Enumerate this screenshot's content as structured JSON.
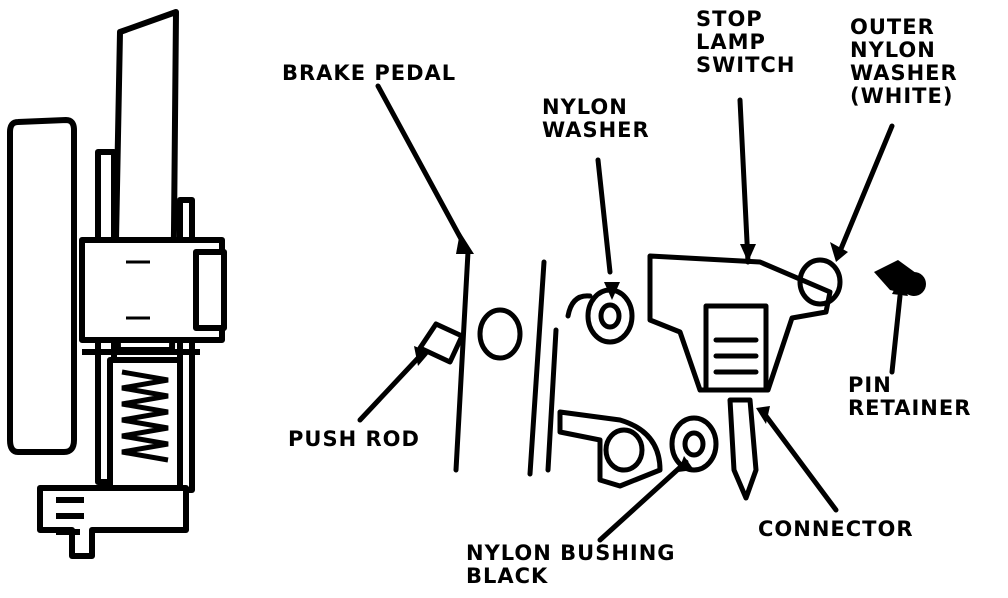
{
  "colors": {
    "ink": "#000000",
    "paper": "#ffffff"
  },
  "labels": {
    "brake_pedal": "BRAKE PEDAL",
    "nylon_washer": [
      "NYLON",
      "WASHER"
    ],
    "stop_lamp_switch": [
      "STOP",
      "LAMP",
      "SWITCH"
    ],
    "outer_nylon_washer": [
      "OUTER",
      "NYLON",
      "WASHER",
      "(WHITE)"
    ],
    "pin_retainer": [
      "PIN",
      "RETAINER"
    ],
    "push_rod": "PUSH ROD",
    "connector": "CONNECTOR",
    "nylon_bushing": [
      "NYLON BUSHING",
      "BLACK"
    ]
  },
  "icons": [
    "pin-retainer-icon",
    "arrow-icon"
  ]
}
